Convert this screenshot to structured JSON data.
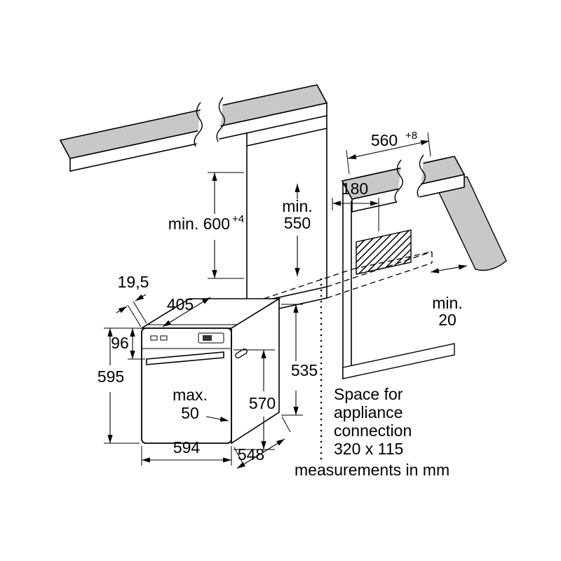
{
  "footer": "measurements in mm",
  "note": {
    "line1": "Space for",
    "line2": "appliance",
    "line3": "connection",
    "line4": "320 x 115"
  },
  "dims": {
    "niche_width": "560",
    "niche_width_tol": "+8",
    "niche_height": "min. 600",
    "niche_height_tol": "+4",
    "niche_depth_label": "min.",
    "niche_depth_value": "550",
    "connection_distance": "180",
    "rear_gap_label": "min.",
    "rear_gap_value": "20",
    "top_edge_inset": "19,5",
    "top_depth": "405",
    "panel_height": "96",
    "oven_height": "595",
    "door_protrusion_label": "max.",
    "door_protrusion_value": "50",
    "oven_width": "594",
    "oven_depth": "548",
    "front_height": "570",
    "body_height": "535"
  },
  "colors": {
    "surface": "#c8c8c8",
    "line": "#000000"
  }
}
